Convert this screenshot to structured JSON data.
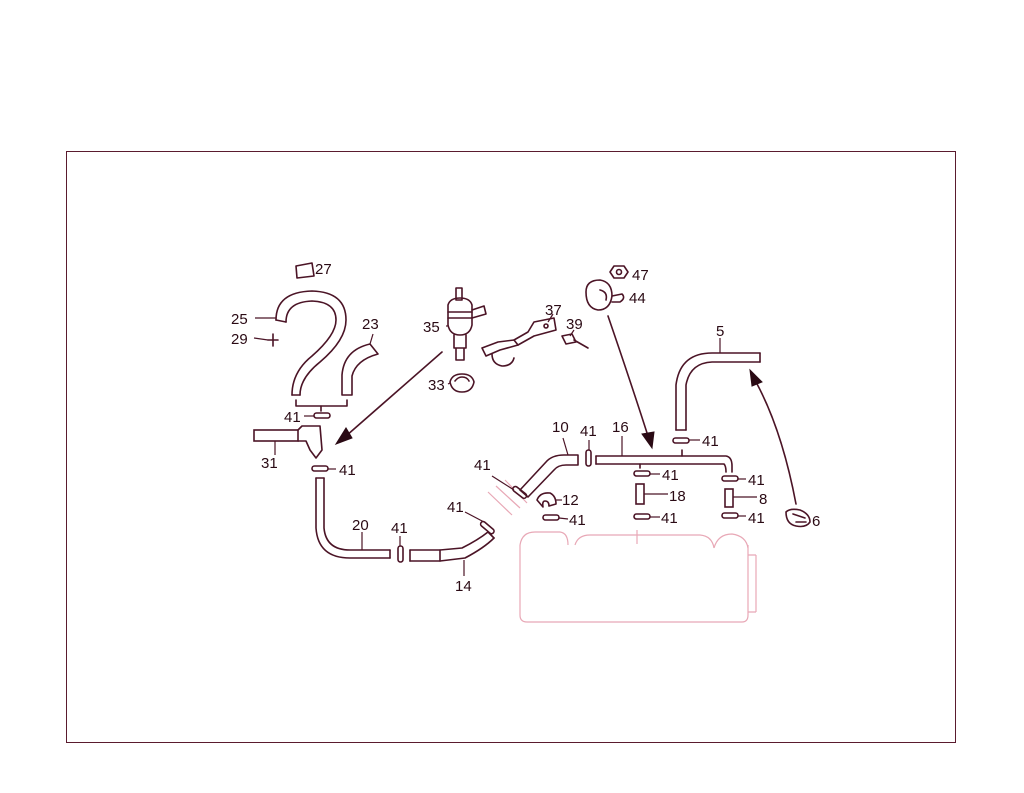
{
  "diagram": {
    "labels": {
      "p5": "5",
      "p6": "6",
      "p8": "8",
      "p10": "10",
      "p12": "12",
      "p14": "14",
      "p16": "16",
      "p18": "18",
      "p20": "20",
      "p23": "23",
      "p25": "25",
      "p27": "27",
      "p29": "29",
      "p31": "31",
      "p33": "33",
      "p35": "35",
      "p37": "37",
      "p39": "39",
      "p41": "41",
      "p44": "44",
      "p47": "47"
    },
    "colors": {
      "line": "#4b1426",
      "tank_outline": "#e8a8b6",
      "frame": "#5a1b2e"
    }
  }
}
